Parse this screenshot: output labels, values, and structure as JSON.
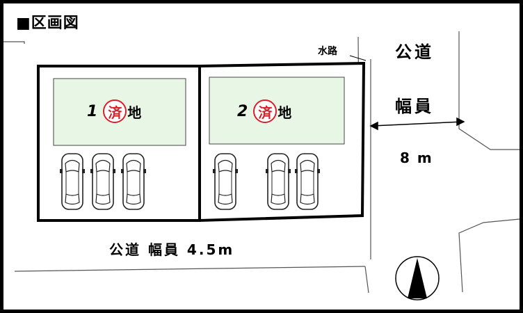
{
  "title": "■区画図",
  "labels": {
    "canal": "水路",
    "public_road_east": "公道",
    "width_label": "幅員",
    "width_east": "8 m",
    "public_road_south": "公道 幅員 4.5m"
  },
  "lots": [
    {
      "number": "1",
      "stamp": "済",
      "suffix": "地"
    },
    {
      "number": "2",
      "stamp": "済",
      "suffix": "地"
    }
  ],
  "colors": {
    "lot_fill": "#e8f6e6",
    "stamp": "#d8202a",
    "lot_border": "#000000"
  },
  "icons": [
    "north-arrow-icon",
    "car-icon"
  ]
}
